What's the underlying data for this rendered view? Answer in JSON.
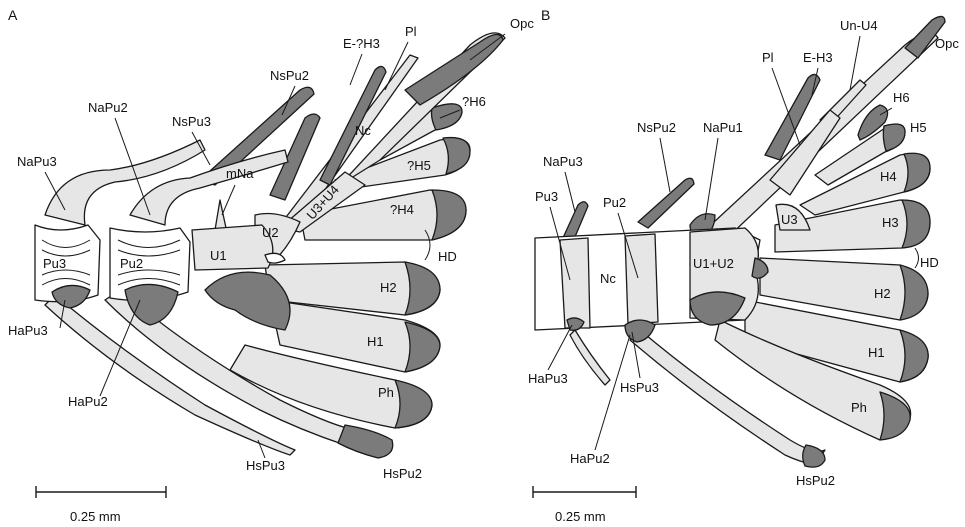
{
  "panel_a": {
    "letter": "A",
    "labels": {
      "opc": "Opc",
      "pl": "Pl",
      "e_h3": "E-?H3",
      "nspu2": "NsPu2",
      "napu2": "NaPu2",
      "nspu3": "NsPu3",
      "h6": "?H6",
      "nc": "Nc",
      "napu3": "NaPu3",
      "mna": "mNa",
      "h5": "?H5",
      "u3u4": "U3+U4",
      "h4": "?H4",
      "u2": "U2",
      "hd": "HD",
      "pu3": "Pu3",
      "pu2": "Pu2",
      "u1": "U1",
      "h2": "H2",
      "h1": "H1",
      "hapu3": "HaPu3",
      "hapu2": "HaPu2",
      "ph": "Ph",
      "hspu3": "HsPu3",
      "hspu2": "HsPu2"
    },
    "scale": "0.25 mm"
  },
  "panel_b": {
    "letter": "B",
    "labels": {
      "unu4": "Un-U4",
      "opc": "Opc",
      "pl": "Pl",
      "eh3": "E-H3",
      "h6": "H6",
      "h5": "H5",
      "nspu2": "NsPu2",
      "napu1": "NaPu1",
      "napu3": "NaPu3",
      "h4": "H4",
      "pu3": "Pu3",
      "pu2": "Pu2",
      "u3": "U3",
      "h3": "H3",
      "nc": "Nc",
      "u1u2": "U1+U2",
      "hd": "HD",
      "h2": "H2",
      "h1": "H1",
      "hapu3": "HaPu3",
      "hspu3": "HsPu3",
      "ph": "Ph",
      "hapu2": "HaPu2",
      "hspu2": "HsPu2"
    },
    "scale": "0.25 mm"
  }
}
